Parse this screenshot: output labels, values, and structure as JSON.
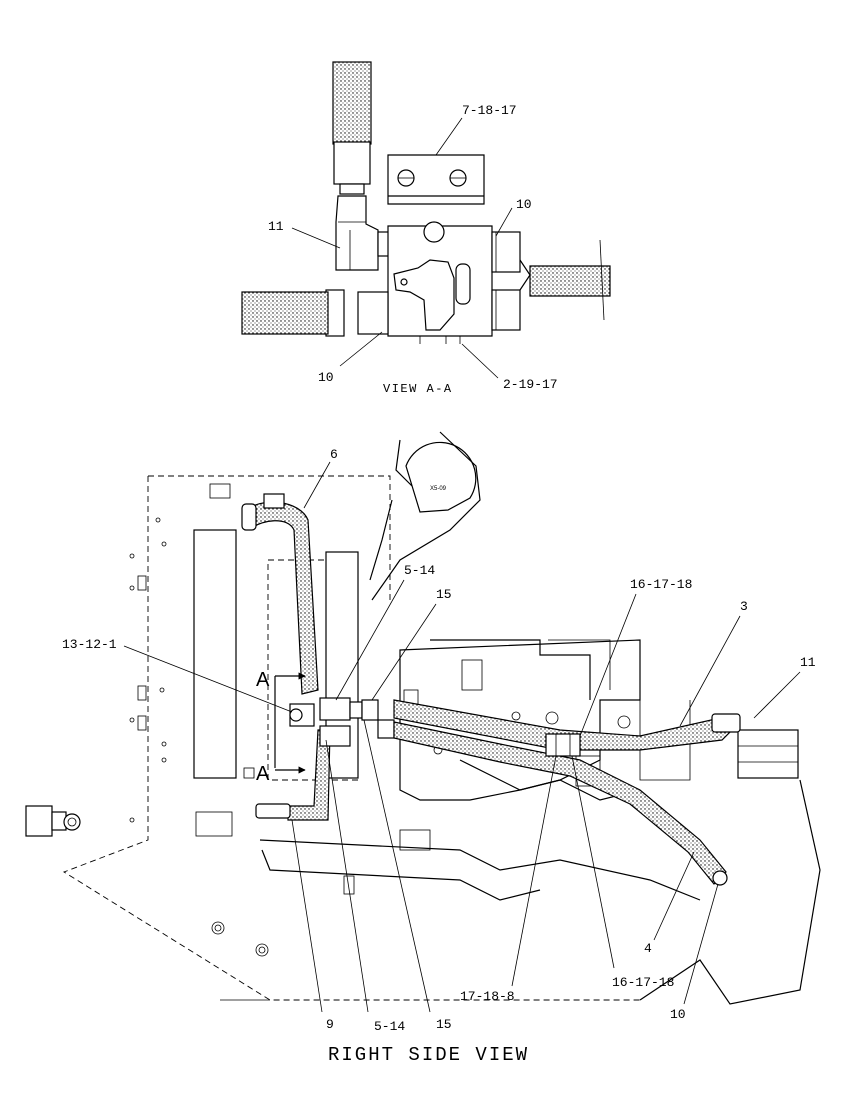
{
  "view_aa": {
    "caption": "VIEW A-A",
    "callouts": {
      "c1": "7-18-17",
      "c2": "11",
      "c3": "10",
      "c4": "10",
      "c5": "2-19-17"
    }
  },
  "right_side": {
    "title": "RIGHT SIDE VIEW",
    "section_marker": "A",
    "component_label": "X5-09",
    "callouts": {
      "c1": "6",
      "c2": "5-14",
      "c3": "15",
      "c4": "13-12-1",
      "c5": "16-17-18",
      "c6": "3",
      "c7": "11",
      "c8": "4",
      "c9": "16-17-18",
      "c10": "17-18-8",
      "c11": "10",
      "c12": "9",
      "c13": "5-14",
      "c14": "15"
    }
  }
}
